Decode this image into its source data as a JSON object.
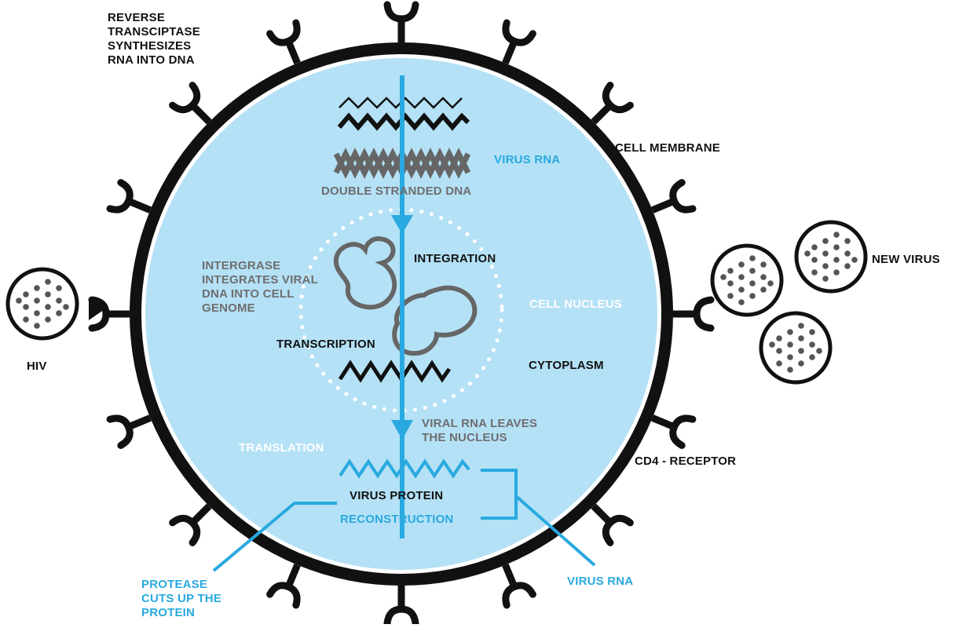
{
  "labels": {
    "reverse_transcriptase": "REVERSE\nTRANSCIPTASE\nSYNTHESIZES\nRNA INTO DNA",
    "virus_rna_top": "VIRUS RNA",
    "cell_membrane": "CELL MEMBRANE",
    "double_stranded_dna": "DOUBLE STRANDED DNA",
    "integration": "INTEGRATION",
    "intergrase": "INTERGRASE\nINTEGRATES VIRAL\nDNA INTO CELL\nGENOME",
    "cell_nucleus": "CELL NUCLEUS",
    "new_virus": "NEW VIRUS",
    "transcription": "TRANSCRIPTION",
    "cytoplasm": "CYTOPLASM",
    "hiv": "HIV",
    "viral_rna_leaves": "VIRAL RNA LEAVES\nTHE NUCLEUS",
    "translation": "TRANSLATION",
    "cd4_receptor": "CD4 - RECEPTOR",
    "virus_protein": "VIRUS PROTEIN",
    "reconstruction": "RECONSTRUCTION",
    "protease": "PROTEASE\nCUTS UP THE\nPROTEIN",
    "virus_rna_bottom": "VIRUS RNA"
  },
  "colors": {
    "cell_fill": "#b4e1f6",
    "membrane": "#111111",
    "accent_blue": "#29a9df",
    "gray": "#6e6e6e",
    "white": "#ffffff"
  },
  "icons": [
    "receptor-icon",
    "virus-particle-icon",
    "arrow-down-icon",
    "arrow-right-icon",
    "zigzag-strand-icon",
    "chromosome-loop-icon"
  ]
}
